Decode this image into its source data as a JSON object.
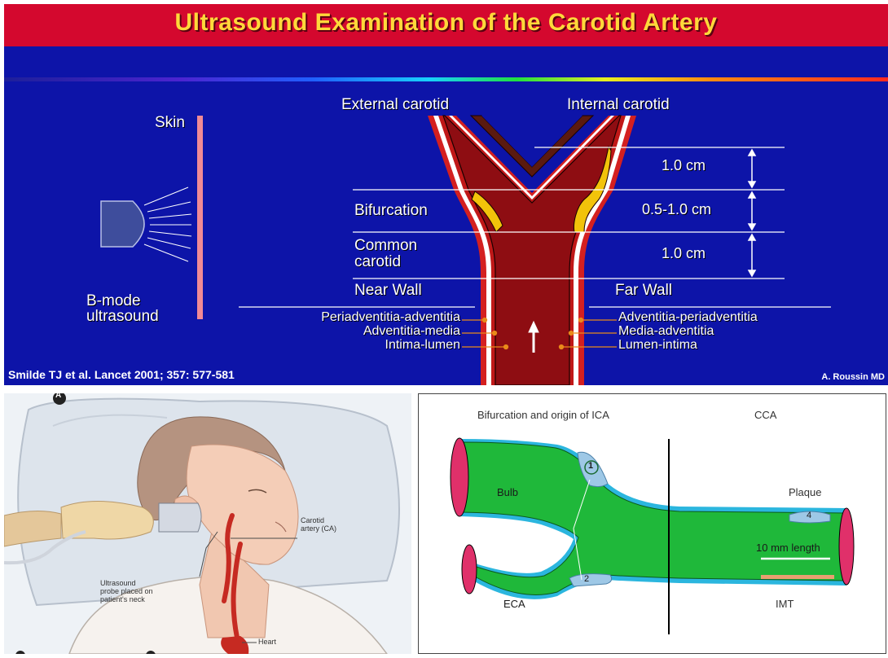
{
  "slide": {
    "title": "Ultrasound Examination of the Carotid Artery",
    "skin": "Skin",
    "bmode_line1": "B-mode",
    "bmode_line2": "ultrasound",
    "external_carotid": "External carotid",
    "internal_carotid": "Internal carotid",
    "bifurcation": "Bifurcation",
    "common_line1": "Common",
    "common_line2": "carotid",
    "near_wall": "Near Wall",
    "far_wall": "Far Wall",
    "dim_top": "1.0 cm",
    "dim_mid": "0.5-1.0 cm",
    "dim_bottom": "1.0 cm",
    "near_labels": [
      "Periadventitia-adventitia",
      "Adventitia-media",
      "Intima-lumen"
    ],
    "far_labels": [
      "Adventitia-periadventitia",
      "Media-adventitia",
      "Lumen-intima"
    ],
    "citation": "Smilde TJ et al. Lancet 2001; 357: 577-581",
    "author": "A. Roussin MD",
    "colors": {
      "background": "#0d14a8",
      "title_bar": "#d4082e",
      "title_text": "#ffd83a",
      "vessel": "#8e0d12",
      "plaque": "#f2c30a"
    }
  },
  "panel_a": {
    "badge": "A",
    "carotid_label_line1": "Carotid",
    "carotid_label_line2": "artery (CA)",
    "probe_label_line1": "Ultrasound",
    "probe_label_line2": "probe placed on",
    "probe_label_line3": "patient's neck",
    "heart_label": "Heart"
  },
  "panel_b": {
    "bifurcation_label": "Bifurcation and origin of ICA",
    "cca_label": "CCA",
    "bulb_label": "Bulb",
    "eca_label": "ECA",
    "plaque_label": "Plaque",
    "length_label": "10 mm length",
    "imt_label": "IMT",
    "marker_1": "1",
    "marker_2": "2",
    "marker_4": "4",
    "colors": {
      "vessel": "#1fb83a",
      "wall": "#2bb6de",
      "end_caps": "#e0306a",
      "plaque": "#9ec8e6"
    }
  }
}
